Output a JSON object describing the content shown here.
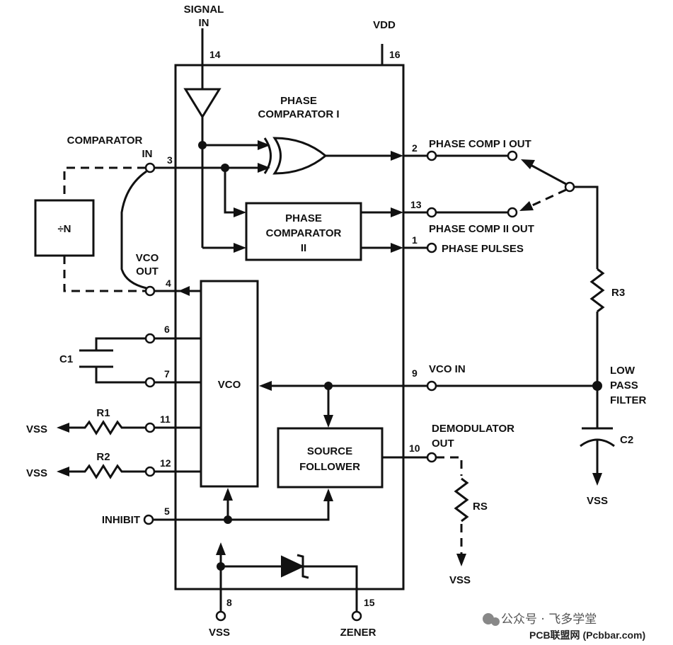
{
  "colors": {
    "ink": "#111111",
    "background": "#ffffff",
    "watermark": "#555555"
  },
  "labels": {
    "signal_in": [
      "SIGNAL",
      "IN"
    ],
    "vdd": "VDD",
    "phase_comparator_1": [
      "PHASE",
      "COMPARATOR I"
    ],
    "comparator_in": [
      "COMPARATOR",
      "IN"
    ],
    "divide_n": "÷N",
    "vco_out": [
      "VCO",
      "OUT"
    ],
    "phase_comparator_2": [
      "PHASE",
      "COMPARATOR",
      "II"
    ],
    "vco": "VCO",
    "source_follower": [
      "SOURCE",
      "FOLLOWER"
    ],
    "phase_comp_1_out": "PHASE COMP I OUT",
    "phase_comp_2_out": "PHASE COMP II OUT",
    "phase_pulses": "PHASE PULSES",
    "vco_in": "VCO IN",
    "demodulator_out": [
      "DEMODULATOR",
      "OUT"
    ],
    "low_pass_filter": [
      "LOW",
      "PASS",
      "FILTER"
    ],
    "inhibit": "INHIBIT",
    "zener": "ZENER",
    "vss": "VSS",
    "c1": "C1",
    "c2": "C2",
    "r1": "R1",
    "r2": "R2",
    "r3": "R3",
    "rs": "RS"
  },
  "pins": {
    "signal_in": "14",
    "vdd": "16",
    "comparator_in": "3",
    "vco_out": "4",
    "c1a": "6",
    "c1b": "7",
    "r1": "11",
    "r2": "12",
    "inhibit": "5",
    "vss": "8",
    "zener": "15",
    "pc1_out": "2",
    "pc2_out": "13",
    "phase_pulses": "1",
    "vco_in": "9",
    "demod_out": "10"
  },
  "watermark": {
    "text": "公众号 · 飞多学堂",
    "url": "PCB联盟网 (Pcbbar.com)"
  }
}
